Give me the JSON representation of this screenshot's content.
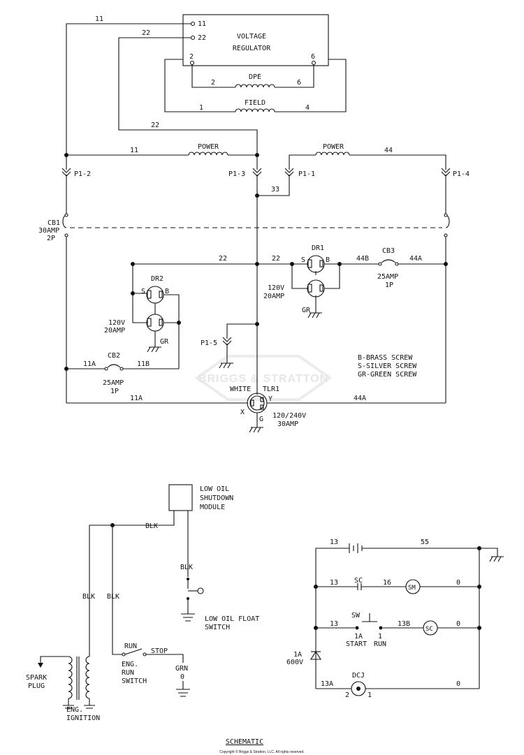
{
  "voltage_regulator": {
    "line1": "VOLTAGE",
    "line2": "REGULATOR",
    "t11": "11",
    "t22": "22",
    "t2": "2",
    "t6": "6"
  },
  "dpe": {
    "name": "DPE",
    "left": "2",
    "right": "6"
  },
  "field": {
    "name": "FIELD",
    "left": "1",
    "right": "4"
  },
  "wires": {
    "w11_top": "11",
    "w22_top": "22",
    "w22_mid": "22",
    "w11_power": "11",
    "w44_power": "44",
    "w33": "33",
    "w22_bus": "22",
    "w22_dr1": "22",
    "w44b": "44B",
    "w44a_cb3": "44A",
    "w11a_cb2": "11A",
    "w11b": "11B",
    "w11a_bottom": "11A",
    "w44a_bottom": "44A"
  },
  "power_left": "POWER",
  "power_right": "POWER",
  "plugs": {
    "p12": "P1-2",
    "p13": "P1-3",
    "p11": "P1-1",
    "p14": "P1-4",
    "p15": "P1-5"
  },
  "cb1": {
    "name": "CB1",
    "rating": "30AMP",
    "poles": "2P"
  },
  "dr1": {
    "name": "DR1",
    "voltage": "120V",
    "amps": "20AMP",
    "gr": "GR",
    "s": "S",
    "b": "B"
  },
  "dr2": {
    "name": "DR2",
    "voltage": "120V",
    "amps": "20AMP",
    "gr": "GR",
    "s": "S",
    "b": "B"
  },
  "cb3": {
    "name": "CB3",
    "rating": "25AMP",
    "poles": "1P"
  },
  "cb2": {
    "name": "CB2",
    "rating": "25AMP",
    "poles": "1P"
  },
  "legend": [
    "B-BRASS SCREW",
    "S-SILVER SCREW",
    "GR-GREEN SCREW"
  ],
  "watermark": "BRIGGS & STRATTON",
  "tlr1": {
    "name": "TLR1",
    "white": "WHITE",
    "y": "Y",
    "x": "X",
    "g": "G",
    "voltage": "120/240V",
    "amps": "30AMP"
  },
  "low_oil_module": {
    "line1": "LOW OIL",
    "line2": "SHUTDOWN",
    "line3": "MODULE"
  },
  "ignition": {
    "blk_top": "BLK",
    "blk_left": "BLK",
    "blk_mid": "BLK",
    "blk_float": "BLK",
    "float_line1": "LOW OIL FLOAT",
    "float_line2": "SWITCH",
    "run": "RUN",
    "stop": "STOP",
    "grn": "GRN",
    "zero": "0",
    "eng_run": [
      "ENG.",
      "RUN",
      "SWITCH"
    ],
    "spark": [
      "SPARK",
      "PLUG"
    ],
    "eng_ign": [
      "ENG.",
      "IGNITION"
    ]
  },
  "starter": {
    "w13_batt": "13",
    "w55": "55",
    "w13_sc": "13",
    "sc": "SC",
    "w16": "16",
    "sm": "SM",
    "zero1": "0",
    "sw": "SW",
    "w13_sw": "13",
    "w1a": "1A",
    "w1": "1",
    "start": "START",
    "run": "RUN",
    "w13b": "13B",
    "sc2": "SC",
    "zero2": "0",
    "diode": "1A",
    "diode_v": "600V",
    "w13a": "13A",
    "dcj": "DCJ",
    "dcj2": "2",
    "dcj1": "1",
    "zero3": "0"
  },
  "title": "SCHEMATIC",
  "copyright": "Copyright © Briggs & Stratton, LLC. All rights reserved."
}
